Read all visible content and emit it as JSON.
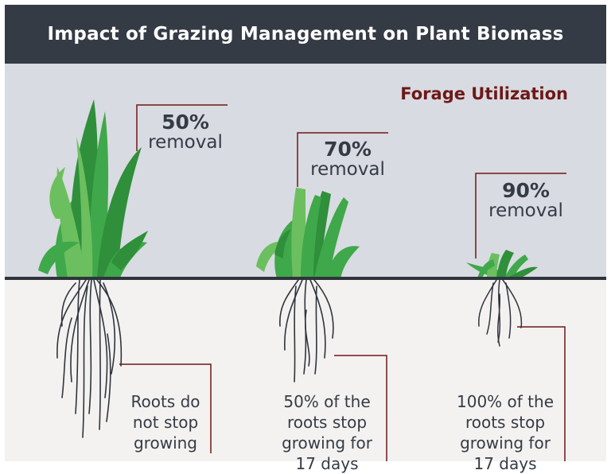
{
  "title": "Impact of Grazing Management on Plant Biomass",
  "section_label": "Forage Utilization",
  "plants": [
    {
      "removal_percent": "50%",
      "removal_label": "removal",
      "roots_line1": "Roots do",
      "roots_line2": "not stop",
      "roots_line3": "growing"
    },
    {
      "removal_percent": "70%",
      "removal_label": "removal",
      "roots_line1": "50% of the",
      "roots_line2": "roots stop",
      "roots_line3": "growing for",
      "roots_line4": "17 days"
    },
    {
      "removal_percent": "90%",
      "removal_label": "removal",
      "roots_line1": "100% of the",
      "roots_line2": "roots stop",
      "roots_line3": "growing for",
      "roots_line4": "17 days"
    }
  ],
  "colors": {
    "header_bg": "#353b45",
    "accent": "#6d1818",
    "leaf_dark": "#2f8f3a",
    "leaf_mid": "#3fa84a",
    "leaf_light": "#6cbf5e",
    "roots": "#2f343d"
  }
}
